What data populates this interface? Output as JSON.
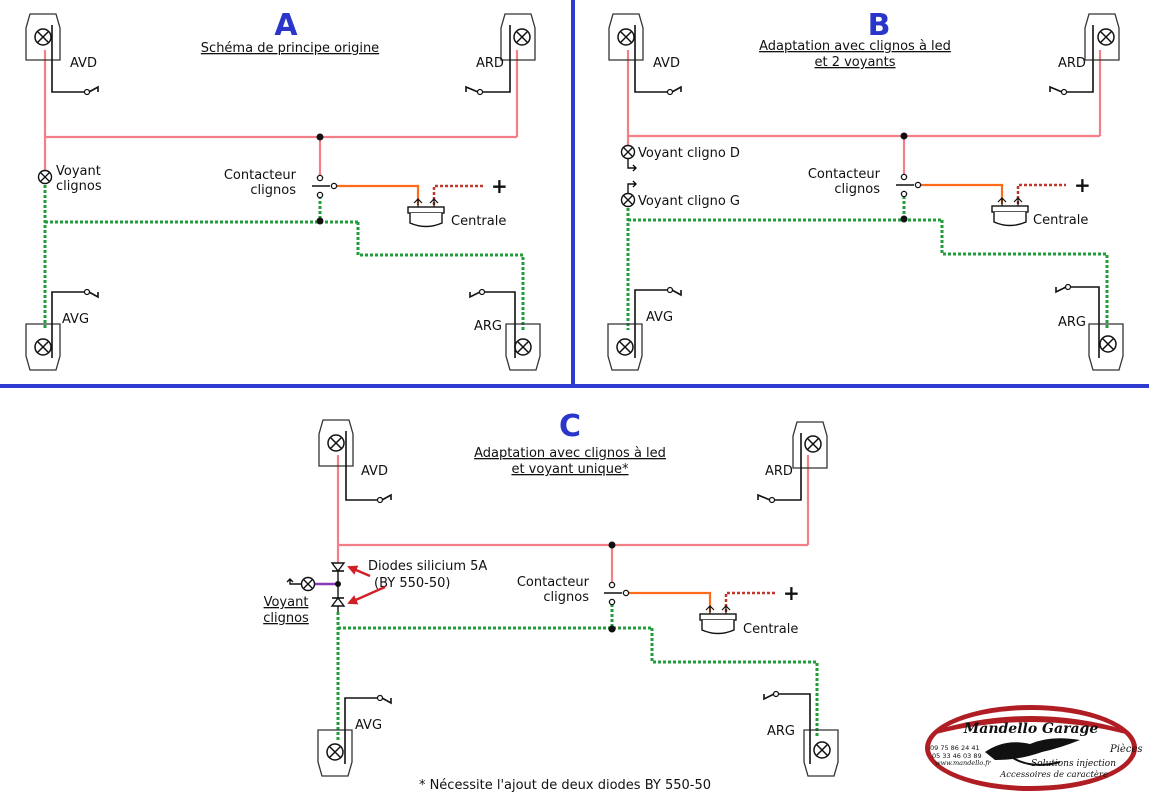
{
  "panels": {
    "a": {
      "letter": "A",
      "title": "Schéma de principe origine",
      "avd": "AVD",
      "ard": "ARD",
      "avg": "AVG",
      "arg": "ARG",
      "voyant_1": "Voyant",
      "voyant_2": "clignos",
      "contacteur_1": "Contacteur",
      "contacteur_2": "clignos",
      "centrale": "Centrale",
      "plus": "+"
    },
    "b": {
      "letter": "B",
      "title_1": "Adaptation avec clignos à led",
      "title_2": "et 2 voyants",
      "avd": "AVD",
      "ard": "ARD",
      "avg": "AVG",
      "arg": "ARG",
      "voyant_d": "Voyant cligno D",
      "voyant_g": "Voyant cligno G",
      "contacteur_1": "Contacteur",
      "contacteur_2": "clignos",
      "centrale": "Centrale",
      "plus": "+"
    },
    "c": {
      "letter": "C",
      "title_1": "Adaptation avec clignos à led",
      "title_2": "et voyant unique*",
      "avd": "AVD",
      "ard": "ARD",
      "avg": "AVG",
      "arg": "ARG",
      "diodes_1": "Diodes silicium 5A",
      "diodes_2": "(BY 550-50)",
      "voyant_1": "Voyant",
      "voyant_2": "clignos",
      "contacteur_1": "Contacteur",
      "contacteur_2": "clignos",
      "centrale": "Centrale",
      "plus": "+",
      "footnote": "* Nécessite l'ajout de deux diodes BY 550-50"
    }
  },
  "logo": {
    "name": "Mandello Garage",
    "phone_1": "09 75 86 24 41",
    "phone_2": "05 33 46 03 89",
    "website": "www.mandello.fr",
    "tag_1": "Pièces",
    "tag_2": "Solutions injection",
    "tag_3": "Accessoires de caractère"
  },
  "colors": {
    "divider": "#2f3ad0",
    "pink_wire": "#f47f86",
    "orange_wire": "#ff6b1a",
    "green_wire": "#1f9e3a",
    "violet_wire": "#8a3ab9",
    "arrow_red": "#d21f25",
    "logo_red": "#b01d23"
  }
}
